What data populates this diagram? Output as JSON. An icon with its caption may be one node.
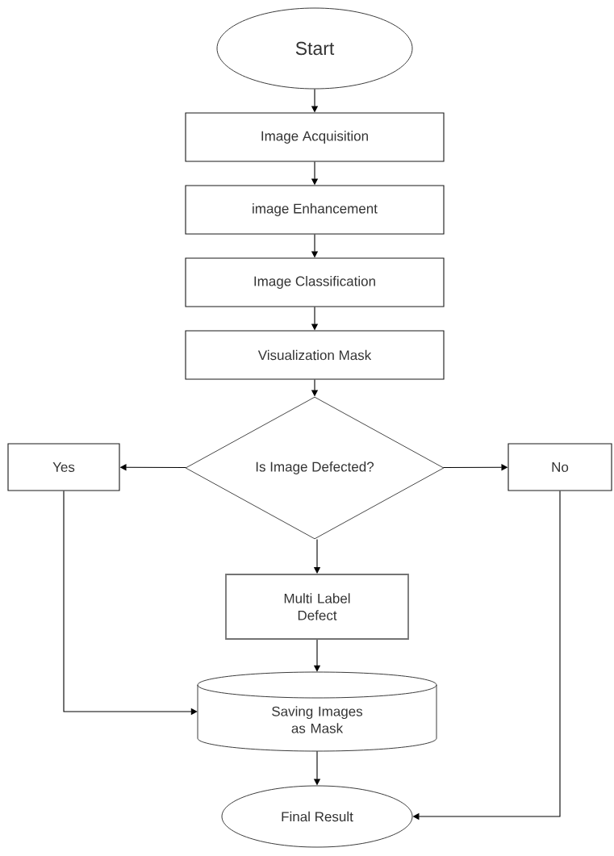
{
  "diagram": {
    "nodes": [
      {
        "text": [
          "Start"
        ]
      },
      {
        "text": [
          "Image Acquisition"
        ]
      },
      {
        "text": [
          "image Enhancement"
        ]
      },
      {
        "text": [
          "Image Classification"
        ]
      },
      {
        "text": [
          "Visualization Mask"
        ]
      },
      {
        "text": [
          "Is Image Defected?"
        ]
      },
      {
        "text": [
          "Yes"
        ]
      },
      {
        "text": [
          "No"
        ]
      },
      {
        "text": [
          "Multi Label Defect"
        ]
      },
      {
        "text": [
          "Saving Images as Mask"
        ]
      },
      {
        "text": [
          "Final Result"
        ]
      }
    ],
    "edges": [
      {
        "from": 0,
        "to": 1,
        "arrow": "to"
      },
      {
        "from": 1,
        "to": 2,
        "arrow": "to"
      },
      {
        "from": 2,
        "to": 3,
        "arrow": "to"
      },
      {
        "from": 3,
        "to": 4,
        "arrow": "to"
      },
      {
        "from": 4,
        "to": 5,
        "arrow": "to"
      },
      {
        "from": 5,
        "to": 6,
        "arrow": "to"
      },
      {
        "from": 5,
        "to": 7,
        "arrow": "to"
      },
      {
        "from": 5,
        "to": 8,
        "arrow": "to"
      },
      {
        "from": 8,
        "to": 9,
        "arrow": "to"
      },
      {
        "from": 6,
        "to": 9,
        "arrow": "to"
      },
      {
        "from": 9,
        "to": 10,
        "arrow": "to"
      },
      {
        "from": 7,
        "to": 10,
        "arrow": "to"
      }
    ]
  }
}
